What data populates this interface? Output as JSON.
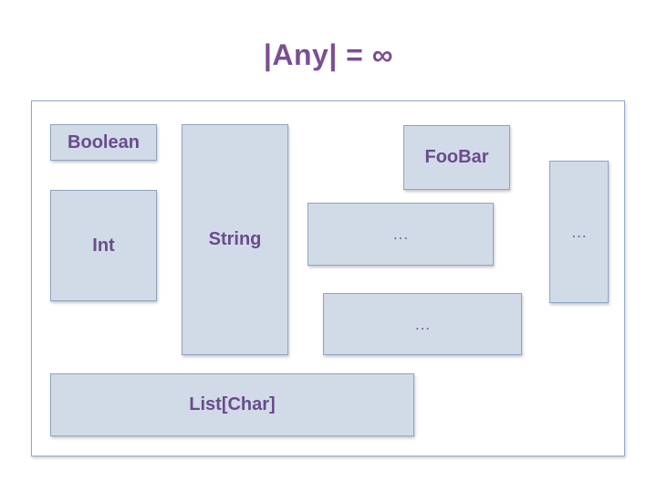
{
  "title": "|Any| = ∞",
  "boxes": {
    "boolean": "Boolean",
    "int": "Int",
    "string": "String",
    "foobar": "FooBar",
    "ellipsis_mid": "…",
    "ellipsis_right": "…",
    "ellipsis_lower": "…",
    "list_char": "List[Char]"
  },
  "colors": {
    "text": "#6a4b8c",
    "box_fill": "#d1dbe8",
    "box_border": "#8ea4c2",
    "frame_border": "#8fa8c6"
  }
}
